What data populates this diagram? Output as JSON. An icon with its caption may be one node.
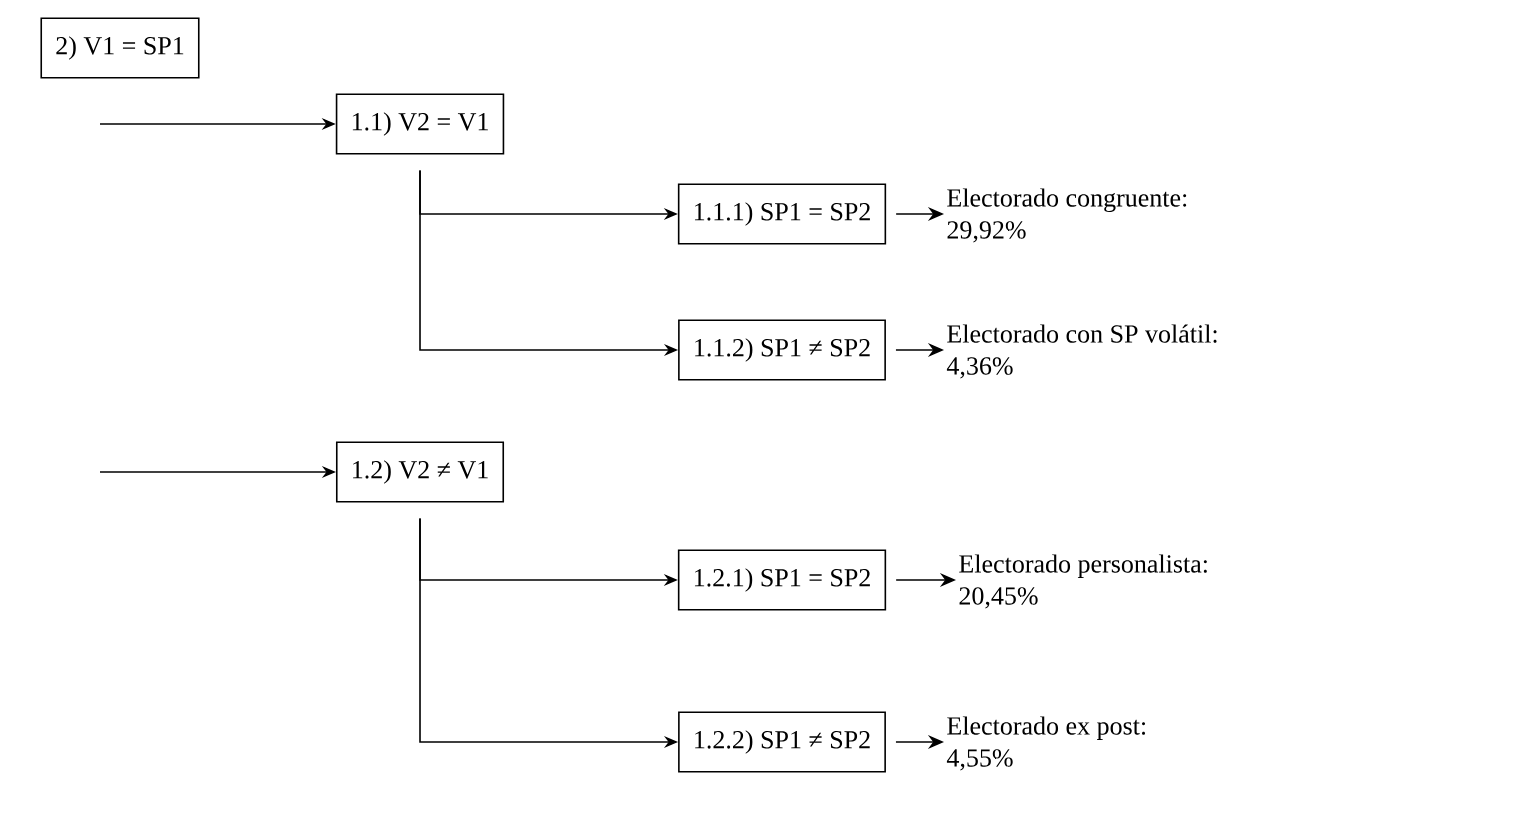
{
  "diagram": {
    "nodes": [
      {
        "text": [
          "2) V1 = SP1"
        ]
      },
      {
        "text": [
          "1.1) V2 = V1"
        ]
      },
      {
        "text": [
          "1.1.1) SP1 = SP2"
        ]
      },
      {
        "text": [
          "1.1.2) SP1 ≠ SP2"
        ]
      },
      {
        "text": [
          "1.2) V2 ≠ V1"
        ]
      },
      {
        "text": [
          "1.2.1) SP1 = SP2"
        ]
      },
      {
        "text": [
          "1.2.2) SP1 ≠ SP2"
        ]
      },
      {
        "text": [
          "Electorado congruente:",
          "29,92%"
        ]
      },
      {
        "text": [
          "Electorado con SP volátil:",
          "4,36%"
        ]
      },
      {
        "text": [
          "Electorado personalista:",
          "20,45%"
        ]
      },
      {
        "text": [
          "Electorado ex post:",
          "4,55%"
        ]
      }
    ],
    "edges": [
      {
        "from": null,
        "to": 1,
        "arrow": "to"
      },
      {
        "from": 1,
        "to": 2,
        "arrow": "to"
      },
      {
        "from": 1,
        "to": 3,
        "arrow": "to"
      },
      {
        "from": null,
        "to": 4,
        "arrow": "to"
      },
      {
        "from": 4,
        "to": 5,
        "arrow": "to"
      },
      {
        "from": 4,
        "to": 6,
        "arrow": "to"
      },
      {
        "from": 2,
        "to": 7,
        "arrow": "to"
      },
      {
        "from": 3,
        "to": 8,
        "arrow": "to"
      },
      {
        "from": 5,
        "to": 9,
        "arrow": "to"
      },
      {
        "from": 6,
        "to": 10,
        "arrow": "to"
      }
    ]
  }
}
